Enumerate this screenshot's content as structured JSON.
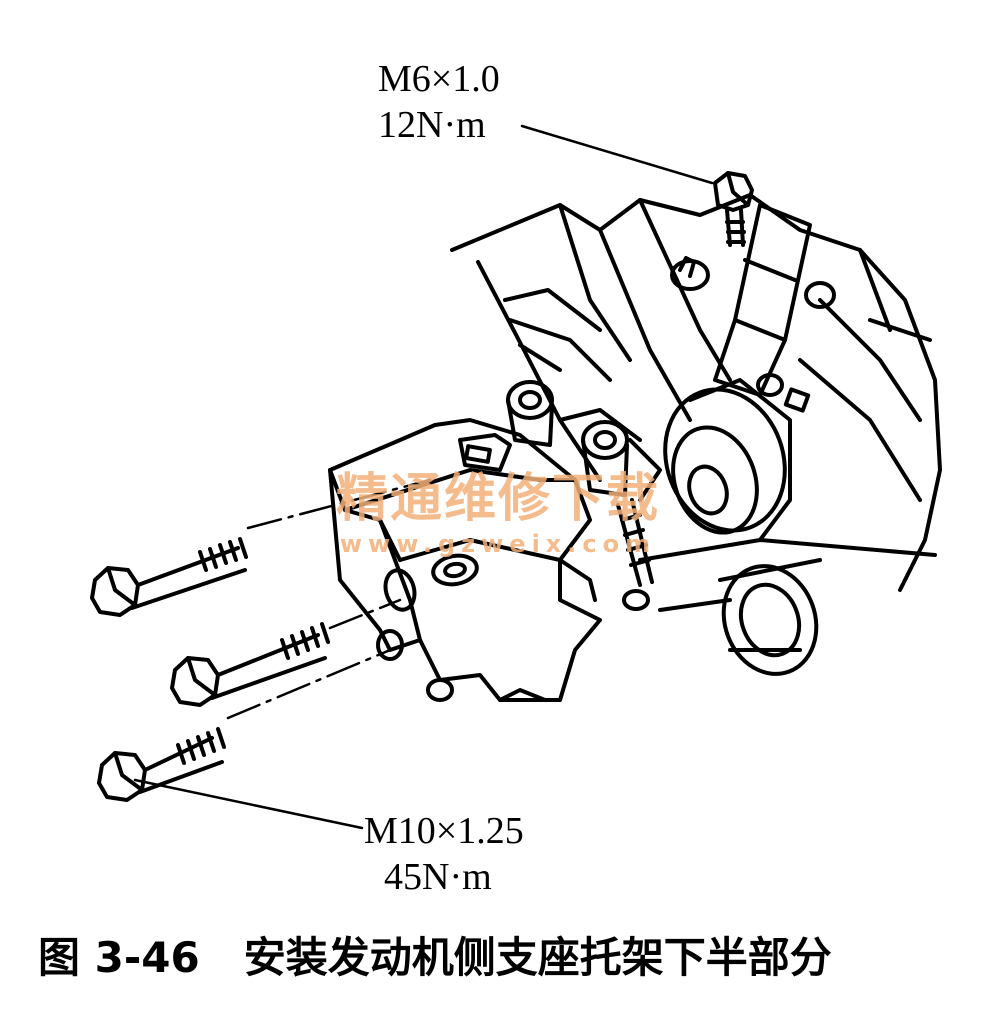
{
  "labels": {
    "bolt_m6": {
      "spec": "M6×1.0",
      "torque": "12N·m"
    },
    "bolt_m10": {
      "spec": "M10×1.25",
      "torque": "45N·m"
    }
  },
  "caption": {
    "figure_number": "图 3-46",
    "title": "安装发动机侧支座托架下半部分"
  },
  "watermark": {
    "chinese": "精通维修下载",
    "url": "www.gzweix.com"
  },
  "colors": {
    "ink": "#000000",
    "watermark": "#f3b07a"
  }
}
